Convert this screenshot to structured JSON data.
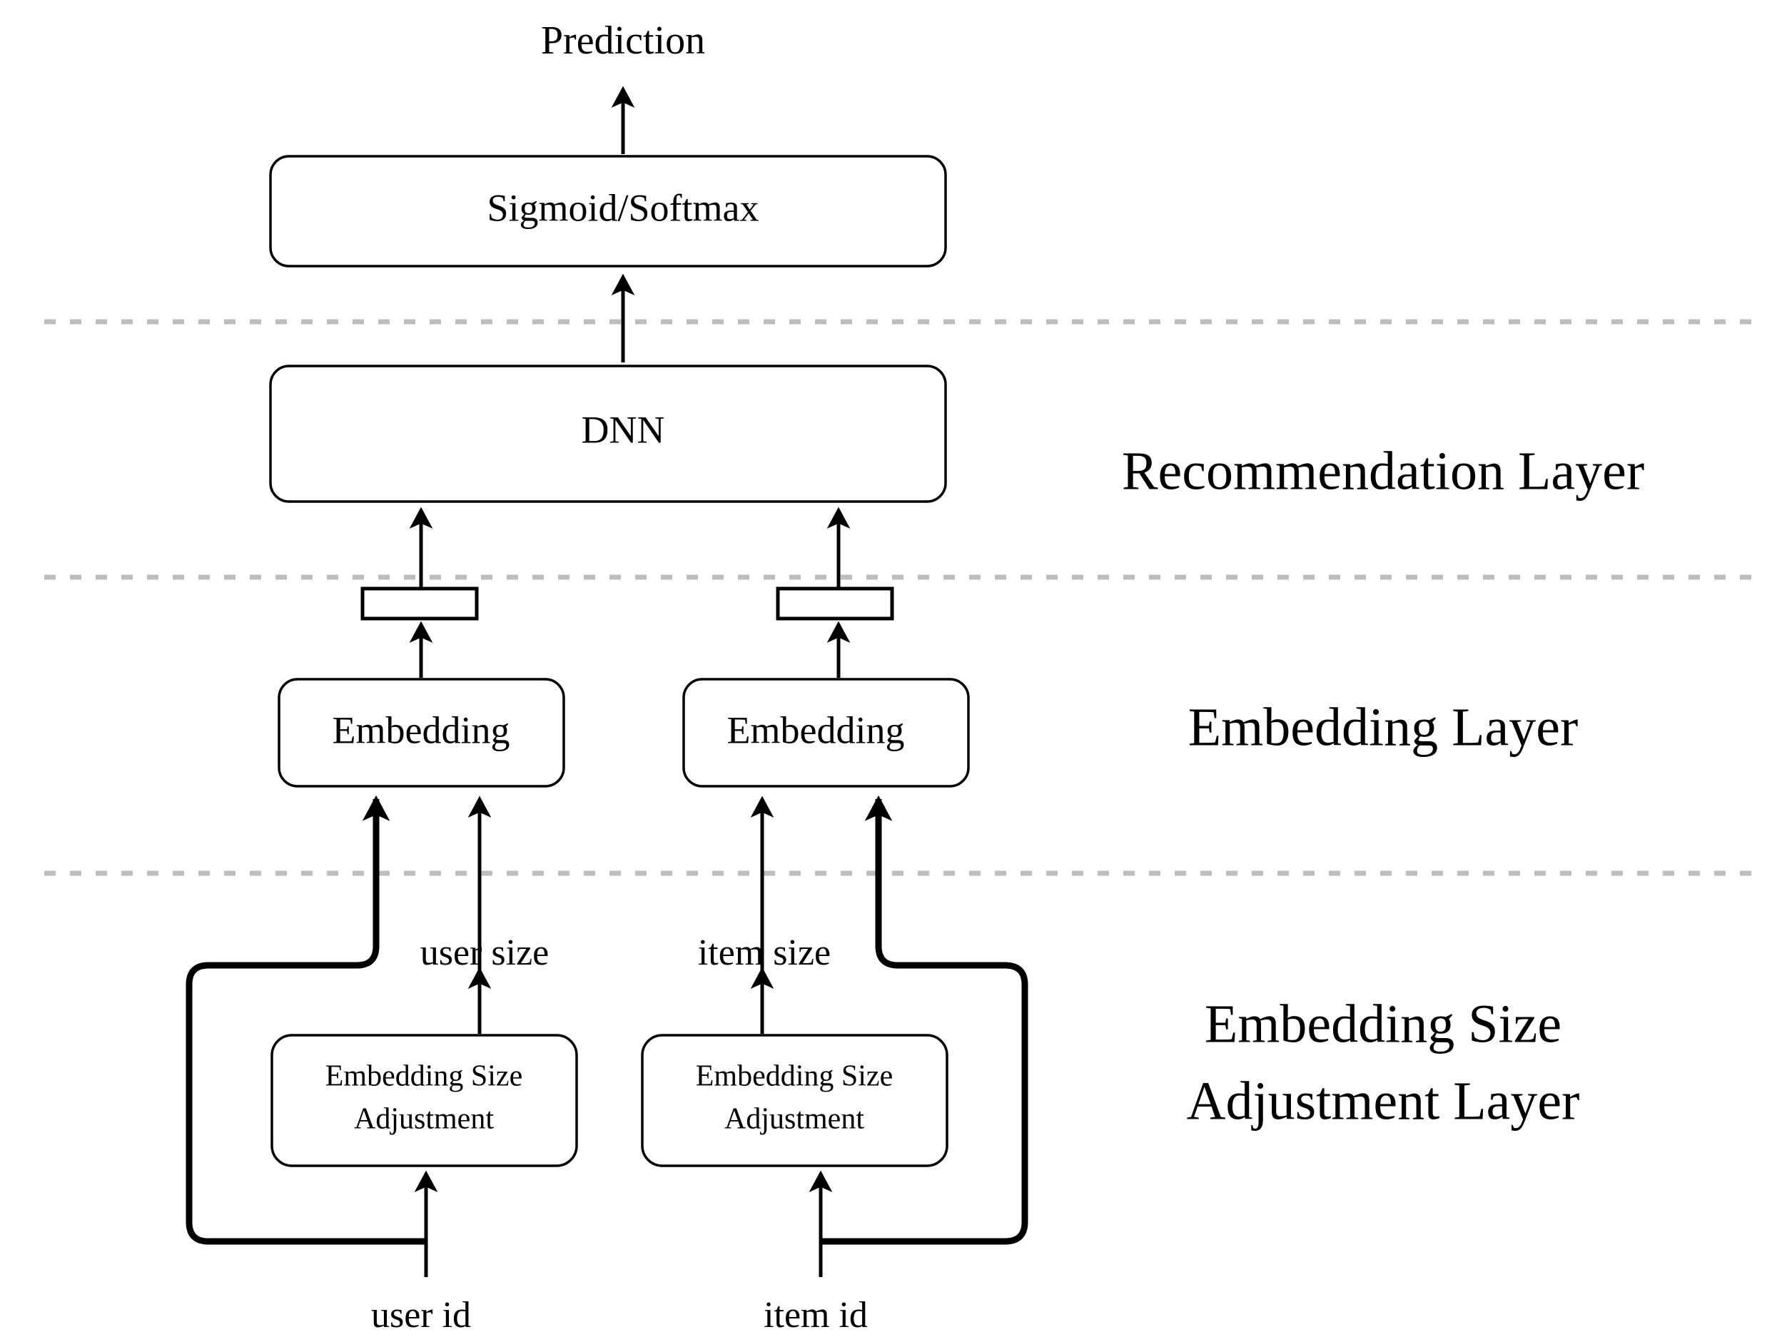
{
  "diagram": {
    "title": "Recommendation model architecture with embedding size adjustment",
    "colors": {
      "stroke": "#000000",
      "divider": "#bdbdbd",
      "background": "#ffffff"
    },
    "output_label": "Prediction",
    "nodes": {
      "activation": "Sigmoid/Softmax",
      "dnn": "DNN",
      "embedding_user": "Embedding",
      "embedding_item": "Embedding",
      "adjust_user_line1": "Embedding Size",
      "adjust_user_line2": "Adjustment",
      "adjust_item_line1": "Embedding Size",
      "adjust_item_line2": "Adjustment"
    },
    "edge_labels": {
      "user_size": "user size",
      "item_size": "item size"
    },
    "inputs": {
      "user_id": "user id",
      "item_id": "item id"
    },
    "layers": [
      {
        "id": "recommendation",
        "line1": "Recommendation  Layer",
        "line2": ""
      },
      {
        "id": "embedding",
        "line1": "Embedding  Layer",
        "line2": ""
      },
      {
        "id": "size-adjustment",
        "line1": "Embedding Size",
        "line2": "Adjustment Layer"
      }
    ]
  }
}
